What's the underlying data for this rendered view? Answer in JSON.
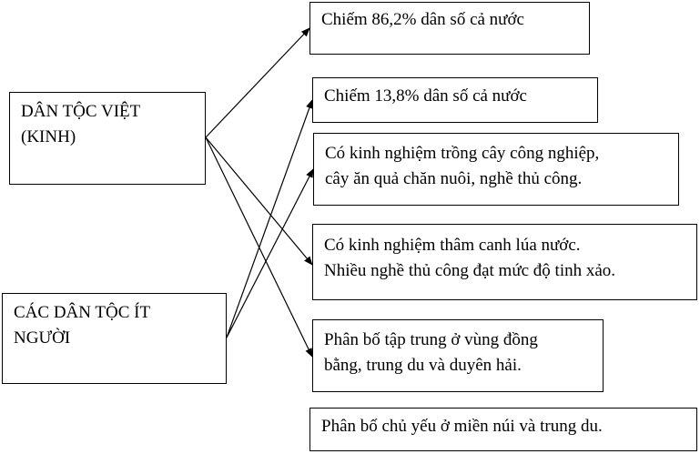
{
  "left_boxes": [
    {
      "id": "viet",
      "text": "DÂN TỘC VIỆT\n(KINH)"
    },
    {
      "id": "minority",
      "text": "CÁC DÂN TỘC ÍT\nNGƯỜI"
    }
  ],
  "right_boxes": [
    {
      "id": "r1",
      "text": "Chiếm 86,2% dân số cả nước"
    },
    {
      "id": "r2",
      "text": "Chiếm 13,8% dân số cả nước"
    },
    {
      "id": "r3",
      "text": "Có kinh nghiệm trồng cây công nghiệp,\ncây ăn quả chăn nuôi, nghề thủ công."
    },
    {
      "id": "r4",
      "text": "Có kinh nghiệm thâm canh lúa nước.\nNhiều nghề thủ công đạt mức độ tinh xảo."
    },
    {
      "id": "r5",
      "text": "Phân bố tập trung ở vùng đồng\nbằng, trung du và duyên hải."
    },
    {
      "id": "r6",
      "text": "Phân bố chủ yếu ở miền núi và trung du."
    }
  ],
  "links": [
    {
      "from": "viet",
      "to": "r1"
    },
    {
      "from": "viet",
      "to": "r4"
    },
    {
      "from": "viet",
      "to": "r5"
    },
    {
      "from": "minority",
      "to": "r2"
    },
    {
      "from": "minority",
      "to": "r3"
    }
  ]
}
